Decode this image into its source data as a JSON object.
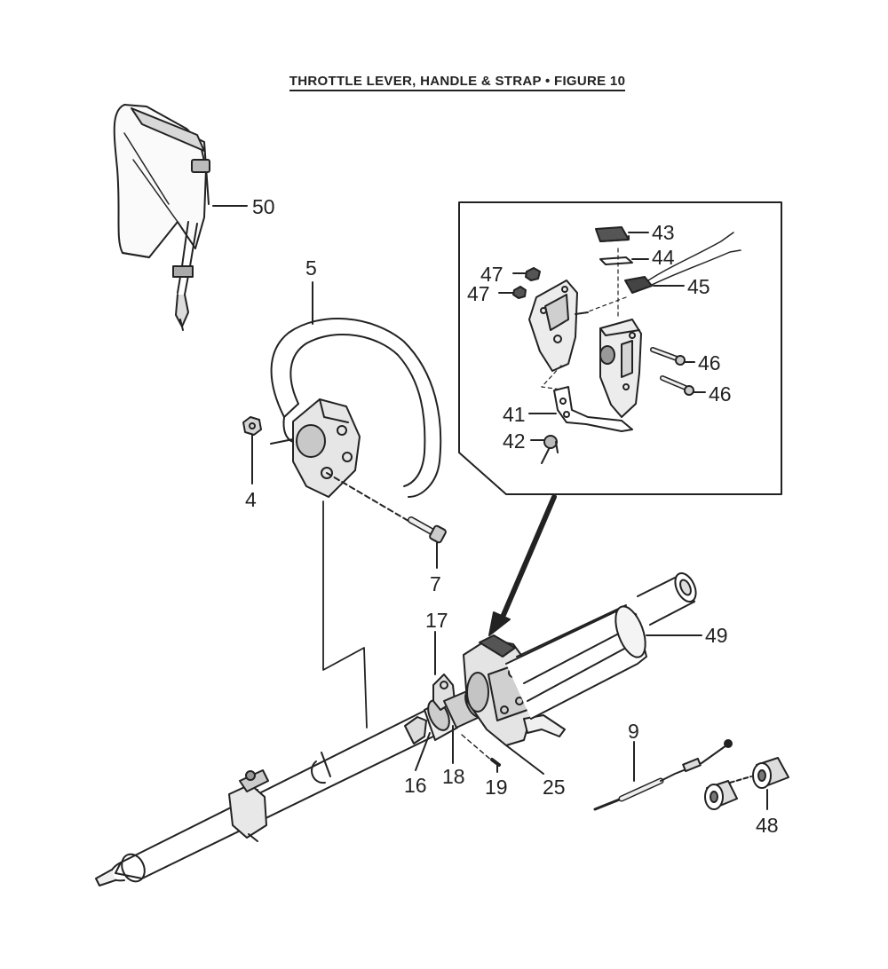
{
  "figure": {
    "title": "THROTTLE LEVER, HANDLE & STRAP  •  FIGURE 10"
  },
  "labels": {
    "p50": "50",
    "p5": "5",
    "p4": "4",
    "p7": "7",
    "p17": "17",
    "p16": "16",
    "p18": "18",
    "p19": "19",
    "p25": "25",
    "p49": "49",
    "p9": "9",
    "p48": "48",
    "p43": "43",
    "p44": "44",
    "p45": "45",
    "p47a": "47",
    "p47b": "47",
    "p46a": "46",
    "p46b": "46",
    "p41": "41",
    "p42": "42"
  },
  "colors": {
    "ink": "#222222",
    "fill_light": "#f2f2f2",
    "fill_mid": "#c8c8c8",
    "fill_dark": "#7a7a7a"
  }
}
